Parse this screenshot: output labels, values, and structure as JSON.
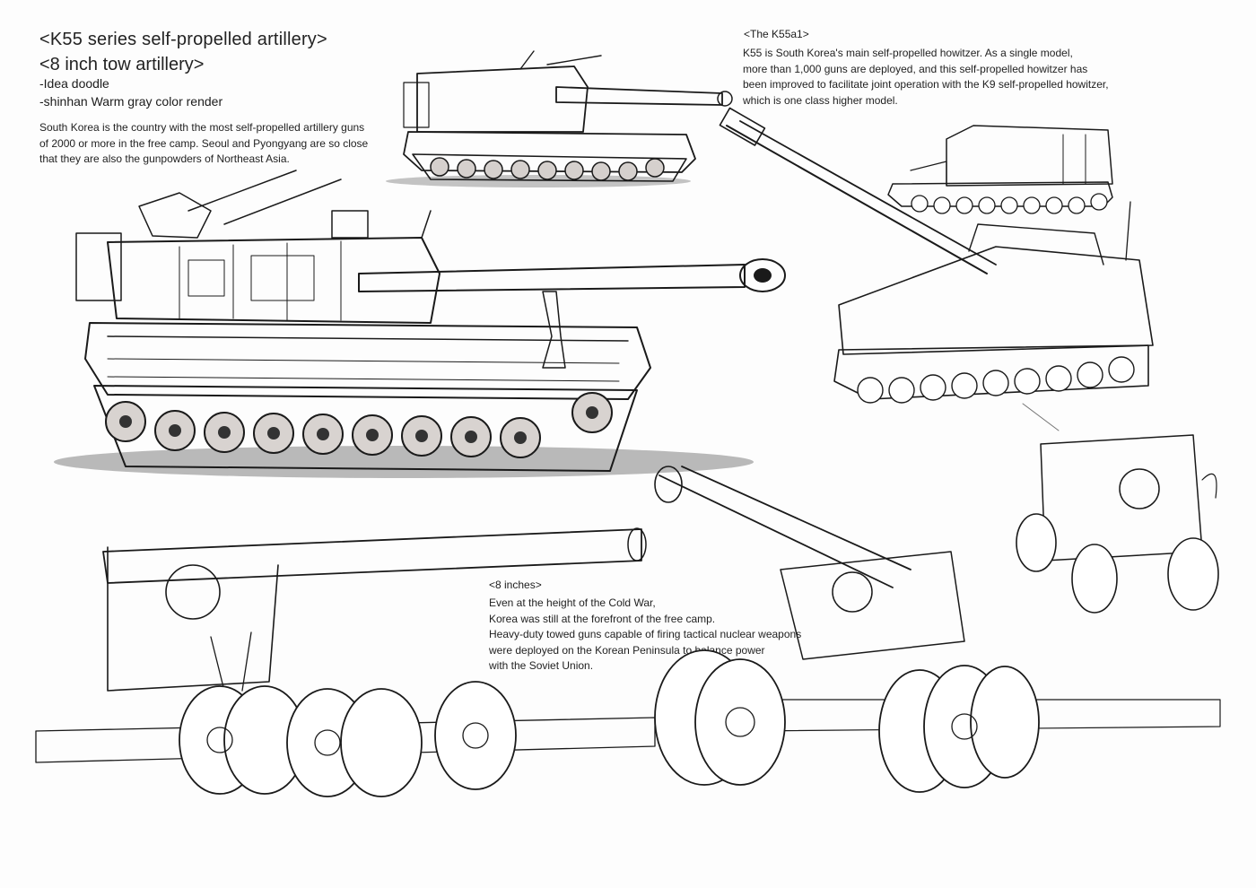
{
  "header": {
    "title_line1": "<K55 series self-propelled artillery>",
    "title_line2": "<8 inch tow artillery>",
    "subtitle_line1": "-Idea doodle",
    "subtitle_line2": "-shinhan Warm gray color render"
  },
  "intro": {
    "lines": [
      "South Korea is the country with the most self-propelled artillery guns",
      "of 2000 or more in the free camp. Seoul and Pyongyang are so close",
      "that they are also the gunpowders of Northeast Asia."
    ]
  },
  "k55a1": {
    "title": "<The K55a1>",
    "lines": [
      "K55 is South Korea's main self-propelled howitzer. As a single model,",
      "more than 1,000 guns are deployed, and this self-propelled howitzer has",
      "been improved to facilitate joint operation with the K9 self-propelled howitzer,",
      "which is one class higher model."
    ]
  },
  "eight_inch": {
    "title": "<8 inches>",
    "lines": [
      "Even at the height of the Cold War,",
      "Korea was still at the forefront of the free camp.",
      "Heavy-duty towed guns capable of firing tactical nuclear weapons",
      "were deployed on the Korean Peninsula to balance power",
      "with the Soviet Union."
    ]
  }
}
